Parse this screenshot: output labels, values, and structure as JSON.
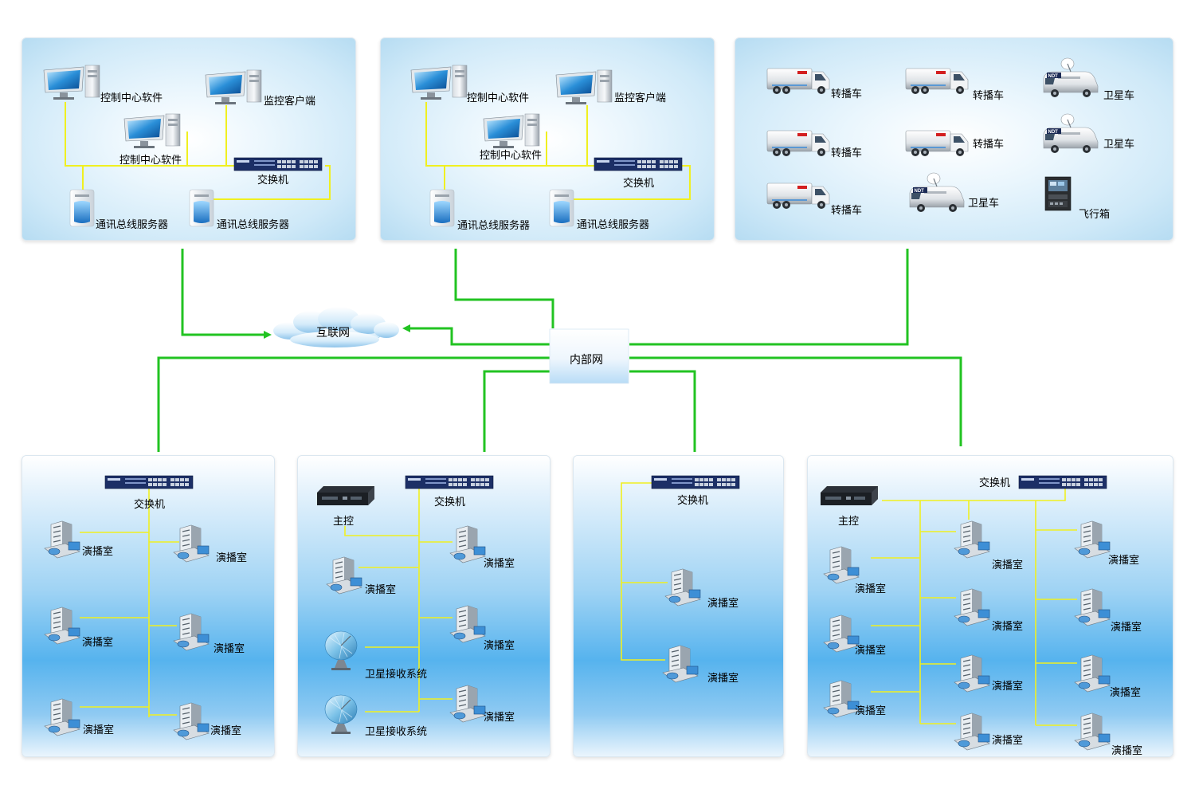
{
  "labels": {
    "control_software": "控制中心软件",
    "monitor_client": "监控客户端",
    "switch": "交换机",
    "bus_server": "通讯总线服务器",
    "relay_truck": "转播车",
    "satellite_truck": "卫星车",
    "flight_case": "飞行箱",
    "internet": "互联网",
    "intranet": "内部网",
    "studio": "演播室",
    "master_control": "主控",
    "satellite_receiver": "卫星接收系统",
    "truck_logo": "NDT"
  },
  "colors": {
    "link_green": "#22c322",
    "lan_yellow": "#f0f020",
    "top_panel": "#cfe9f8",
    "bottom_panel": "#56b3ee"
  }
}
